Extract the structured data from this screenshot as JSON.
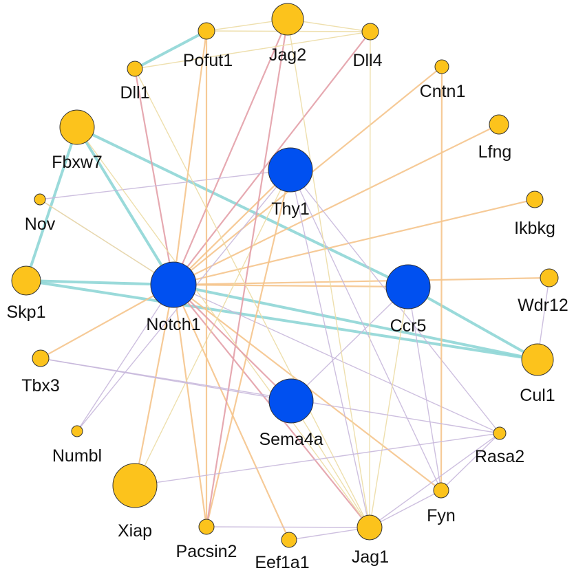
{
  "colors": {
    "query_node": "#0050f0",
    "related_node": "#fcc31c",
    "edge_teal": "#8fd6d6",
    "edge_orange": "#f5c48c",
    "edge_pink": "#e3a0a8",
    "edge_lavender": "#c8b8dc",
    "edge_yellow": "#ecdca4"
  },
  "nodes": [
    {
      "id": "Notch1",
      "label": "Notch1",
      "type": "query"
    },
    {
      "id": "Thy1",
      "label": "Thy1",
      "type": "query"
    },
    {
      "id": "Ccr5",
      "label": "Ccr5",
      "type": "query"
    },
    {
      "id": "Sema4a",
      "label": "Sema4a",
      "type": "query"
    },
    {
      "id": "Jag2",
      "label": "Jag2",
      "type": "related"
    },
    {
      "id": "Pofut1",
      "label": "Pofut1",
      "type": "related"
    },
    {
      "id": "Dll4",
      "label": "Dll4",
      "type": "related"
    },
    {
      "id": "Dll1",
      "label": "Dll1",
      "type": "related"
    },
    {
      "id": "Cntn1",
      "label": "Cntn1",
      "type": "related"
    },
    {
      "id": "Lfng",
      "label": "Lfng",
      "type": "related"
    },
    {
      "id": "Fbxw7",
      "label": "Fbxw7",
      "type": "related"
    },
    {
      "id": "Ikbkg",
      "label": "Ikbkg",
      "type": "related"
    },
    {
      "id": "Nov",
      "label": "Nov",
      "type": "related"
    },
    {
      "id": "Wdr12",
      "label": "Wdr12",
      "type": "related"
    },
    {
      "id": "Skp1",
      "label": "Skp1",
      "type": "related"
    },
    {
      "id": "Cul1",
      "label": "Cul1",
      "type": "related"
    },
    {
      "id": "Tbx3",
      "label": "Tbx3",
      "type": "related"
    },
    {
      "id": "Numbl",
      "label": "Numbl",
      "type": "related"
    },
    {
      "id": "Rasa2",
      "label": "Rasa2",
      "type": "related"
    },
    {
      "id": "Xiap",
      "label": "Xiap",
      "type": "related"
    },
    {
      "id": "Fyn",
      "label": "Fyn",
      "type": "related"
    },
    {
      "id": "Pacsin2",
      "label": "Pacsin2",
      "type": "related"
    },
    {
      "id": "Eef1a1",
      "label": "Eef1a1",
      "type": "related"
    },
    {
      "id": "Jag1",
      "label": "Jag1",
      "type": "related"
    }
  ],
  "edges": [
    {
      "from": "Dll1",
      "to": "Pofut1",
      "kind": "teal"
    },
    {
      "from": "Fbxw7",
      "to": "Notch1",
      "kind": "teal"
    },
    {
      "from": "Fbxw7",
      "to": "Ccr5",
      "kind": "teal"
    },
    {
      "from": "Fbxw7",
      "to": "Skp1",
      "kind": "teal"
    },
    {
      "from": "Skp1",
      "to": "Notch1",
      "kind": "teal"
    },
    {
      "from": "Skp1",
      "to": "Cul1",
      "kind": "teal"
    },
    {
      "from": "Notch1",
      "to": "Cul1",
      "kind": "teal"
    },
    {
      "from": "Ccr5",
      "to": "Cul1",
      "kind": "teal"
    },
    {
      "from": "Notch1",
      "to": "Xiap",
      "kind": "orange"
    },
    {
      "from": "Notch1",
      "to": "Cntn1",
      "kind": "orange"
    },
    {
      "from": "Notch1",
      "to": "Lfng",
      "kind": "orange"
    },
    {
      "from": "Notch1",
      "to": "Ikbkg",
      "kind": "orange"
    },
    {
      "from": "Notch1",
      "to": "Wdr12",
      "kind": "orange"
    },
    {
      "from": "Notch1",
      "to": "Pofut1",
      "kind": "orange"
    },
    {
      "from": "Notch1",
      "to": "Tbx3",
      "kind": "orange"
    },
    {
      "from": "Notch1",
      "to": "Eef1a1",
      "kind": "orange"
    },
    {
      "from": "Notch1",
      "to": "Pacsin2",
      "kind": "orange"
    },
    {
      "from": "Notch1",
      "to": "Fyn",
      "kind": "orange"
    },
    {
      "from": "Notch1",
      "to": "Thy1",
      "kind": "orange"
    },
    {
      "from": "Notch1",
      "to": "Jag2",
      "kind": "pink"
    },
    {
      "from": "Notch1",
      "to": "Dll4",
      "kind": "pink"
    },
    {
      "from": "Notch1",
      "to": "Dll1",
      "kind": "pink"
    },
    {
      "from": "Notch1",
      "to": "Jag1",
      "kind": "pink"
    },
    {
      "from": "Notch1",
      "to": "Rasa2",
      "kind": "lavender"
    },
    {
      "from": "Notch1",
      "to": "Numbl",
      "kind": "lavender"
    },
    {
      "from": "Notch1",
      "to": "Nov",
      "kind": "lavender"
    },
    {
      "from": "Notch1",
      "to": "Ccr5",
      "kind": "orange"
    },
    {
      "from": "Thy1",
      "to": "Fyn",
      "kind": "lavender"
    },
    {
      "from": "Thy1",
      "to": "Rasa2",
      "kind": "lavender"
    },
    {
      "from": "Thy1",
      "to": "Jag1",
      "kind": "lavender"
    },
    {
      "from": "Thy1",
      "to": "Pacsin2",
      "kind": "orange"
    },
    {
      "from": "Thy1",
      "to": "Nov",
      "kind": "lavender"
    },
    {
      "from": "Thy1",
      "to": "Xiap",
      "kind": "yellow"
    },
    {
      "from": "Ccr5",
      "to": "Fyn",
      "kind": "lavender"
    },
    {
      "from": "Ccr5",
      "to": "Jag1",
      "kind": "yellow"
    },
    {
      "from": "Ccr5",
      "to": "Sema4a",
      "kind": "lavender"
    },
    {
      "from": "Sema4a",
      "to": "Tbx3",
      "kind": "lavender"
    },
    {
      "from": "Sema4a",
      "to": "Jag1",
      "kind": "yellow"
    },
    {
      "from": "Jag2",
      "to": "Jag1",
      "kind": "yellow"
    },
    {
      "from": "Jag2",
      "to": "Pofut1",
      "kind": "yellow"
    },
    {
      "from": "Jag2",
      "to": "Dll4",
      "kind": "yellow"
    },
    {
      "from": "Jag2",
      "to": "Pacsin2",
      "kind": "pink"
    },
    {
      "from": "Dll4",
      "to": "Jag1",
      "kind": "yellow"
    },
    {
      "from": "Dll4",
      "to": "Pofut1",
      "kind": "yellow"
    },
    {
      "from": "Dll1",
      "to": "Jag1",
      "kind": "yellow"
    },
    {
      "from": "Dll1",
      "to": "Dll4",
      "kind": "yellow"
    },
    {
      "from": "Pofut1",
      "to": "Pacsin2",
      "kind": "orange"
    },
    {
      "from": "Cntn1",
      "to": "Fyn",
      "kind": "orange"
    },
    {
      "from": "Fbxw7",
      "to": "Jag1",
      "kind": "yellow"
    },
    {
      "from": "Nov",
      "to": "Notch1",
      "kind": "yellow"
    },
    {
      "from": "Wdr12",
      "to": "Cul1",
      "kind": "lavender"
    },
    {
      "from": "Tbx3",
      "to": "Rasa2",
      "kind": "lavender"
    },
    {
      "from": "Numbl",
      "to": "Thy1",
      "kind": "lavender"
    },
    {
      "from": "Rasa2",
      "to": "Fyn",
      "kind": "lavender"
    },
    {
      "from": "Rasa2",
      "to": "Jag1",
      "kind": "lavender"
    },
    {
      "from": "Xiap",
      "to": "Rasa2",
      "kind": "lavender"
    },
    {
      "from": "Fyn",
      "to": "Jag1",
      "kind": "lavender"
    },
    {
      "from": "Pacsin2",
      "to": "Jag1",
      "kind": "lavender"
    },
    {
      "from": "Eef1a1",
      "to": "Jag1",
      "kind": "lavender"
    },
    {
      "from": "Notch1",
      "to": "Sema4a",
      "kind": "pink"
    }
  ]
}
